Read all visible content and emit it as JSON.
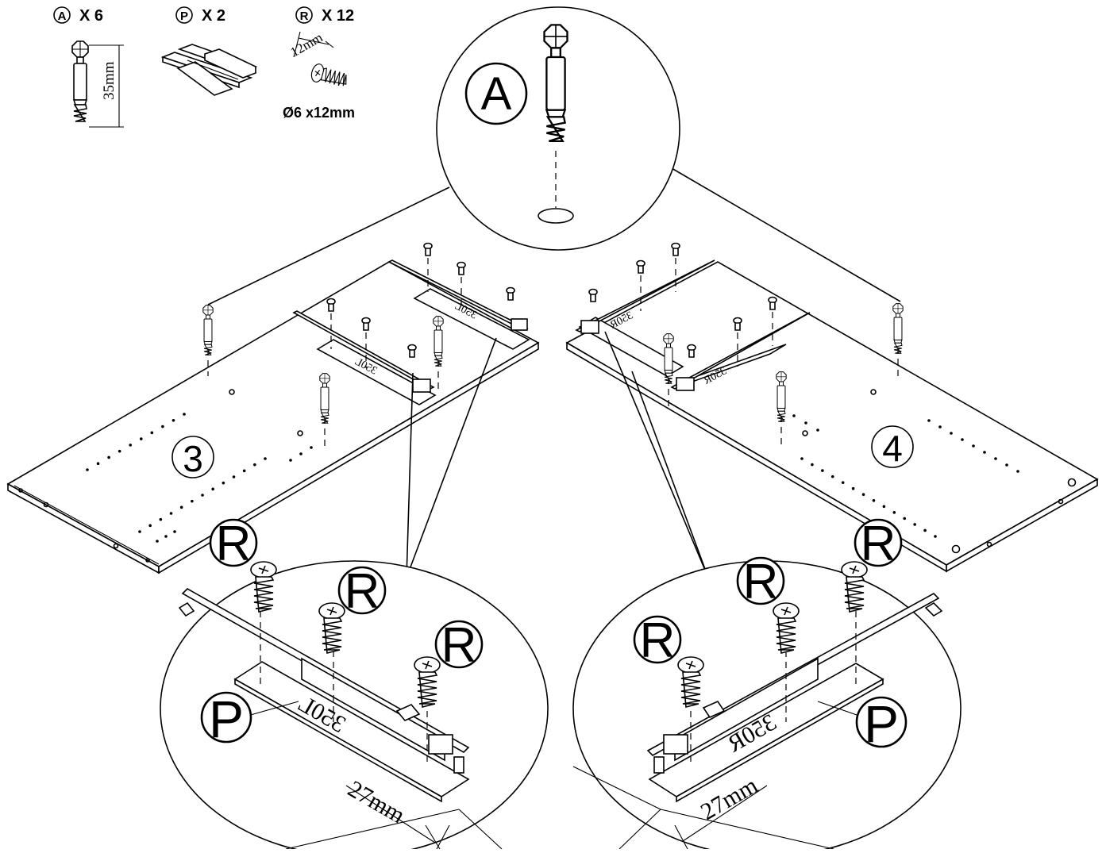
{
  "parts": [
    {
      "letter": "A",
      "qty_label": "X 6",
      "dimension": "35mm"
    },
    {
      "letter": "P",
      "qty_label": "X 2"
    },
    {
      "letter": "R",
      "qty_label": "X 12",
      "dimension": "12mm",
      "spec": "Ø6 x12mm"
    }
  ],
  "panels": {
    "left_number": "3",
    "right_number": "4"
  },
  "detail_labels": {
    "cam": "A",
    "screw": "R",
    "slide": "P",
    "left_stamp": "350L",
    "right_stamp": "350R",
    "offset": "27mm"
  }
}
